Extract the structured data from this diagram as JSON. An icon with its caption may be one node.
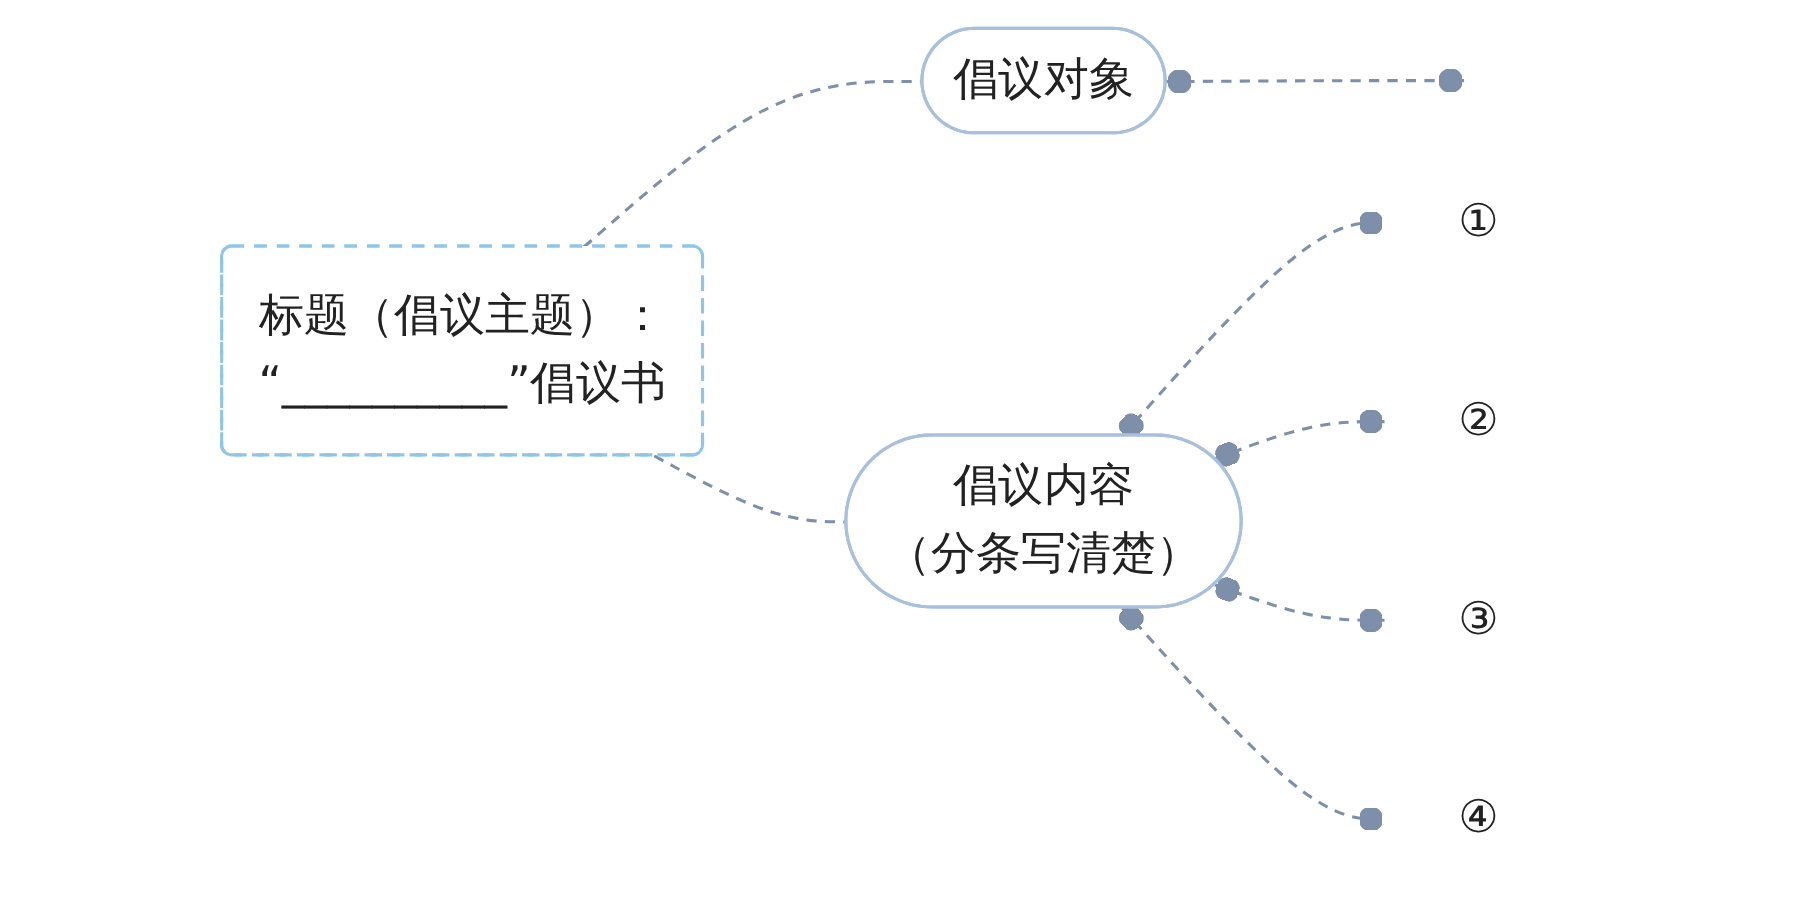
{
  "diagram": {
    "nodes": [
      {
        "text": [
          "标题（倡议主题）：",
          "“__________”倡议书"
        ]
      },
      {
        "text": [
          "倡议对象"
        ]
      },
      {
        "text": [
          "倡议内容",
          "（分条写清楚）"
        ]
      },
      {
        "text": [
          "①"
        ]
      },
      {
        "text": [
          "②"
        ]
      },
      {
        "text": [
          "③"
        ]
      },
      {
        "text": [
          "④"
        ]
      }
    ],
    "edges": [
      {
        "from": 0,
        "to": 1,
        "arrow": "none",
        "style": "dashed"
      },
      {
        "from": 0,
        "to": 2,
        "arrow": "none",
        "style": "dashed"
      },
      {
        "from": 1,
        "to": null,
        "arrow": "other",
        "style": "dashed"
      },
      {
        "from": 2,
        "to": 3,
        "arrow": "other",
        "style": "dashed"
      },
      {
        "from": 2,
        "to": 4,
        "arrow": "other",
        "style": "dashed"
      },
      {
        "from": 2,
        "to": 5,
        "arrow": "other",
        "style": "dashed"
      },
      {
        "from": 2,
        "to": 6,
        "arrow": "other",
        "style": "dashed"
      }
    ]
  }
}
